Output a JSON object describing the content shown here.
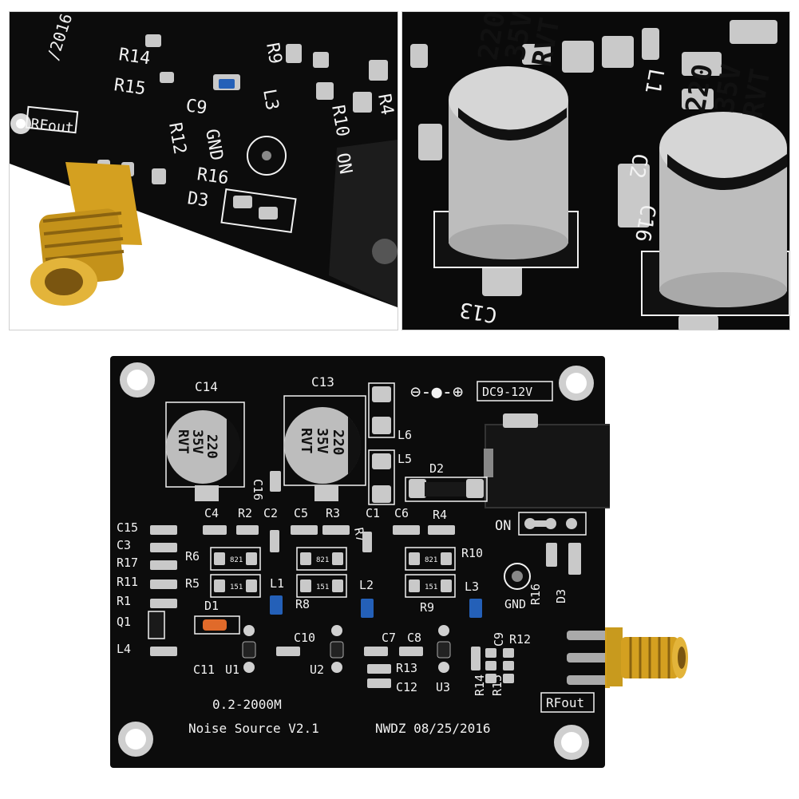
{
  "colors": {
    "pcb": "#0c0c0c",
    "silk": "#f2f2f2",
    "pad": "#c9c9c9",
    "gold": "#d4a020",
    "cap": "#cfcfcf",
    "blue": "#2460b8"
  },
  "zoom_left": {
    "labels": {
      "date": "/2016",
      "r14": "R14",
      "r15": "R15",
      "c9": "C9",
      "r12": "R12",
      "l3": "L3",
      "r9": "R9",
      "r10": "R10",
      "r4": "R4",
      "gnd": "GND",
      "r16": "R16",
      "d3": "D3",
      "on": "ON",
      "rfout": "RFout"
    }
  },
  "zoom_right": {
    "cap_a": {
      "value": "220",
      "voltage": "35V",
      "brand": "RVT"
    },
    "cap_b": {
      "value": "220",
      "voltage": "35V",
      "brand": "RVT"
    },
    "labels": {
      "c13": "C13",
      "c2": "C2",
      "c16": "C16",
      "l1": "L1"
    }
  },
  "board": {
    "power_symbol": "⊖-●-⊕",
    "power_label": "DC9-12V",
    "cap_c14": {
      "ref": "C14",
      "value": "220",
      "voltage": "35V",
      "brand": "RVT"
    },
    "cap_c13": {
      "ref": "C13",
      "value": "220",
      "voltage": "35V",
      "brand": "RVT"
    },
    "labels": {
      "c16": "C16",
      "l6": "L6",
      "l5": "L5",
      "d2": "D2",
      "on": "ON",
      "c4": "C4",
      "r2": "R2",
      "c2": "C2",
      "c5": "C5",
      "r3": "R3",
      "c1": "C1",
      "c6": "C6",
      "r4": "R4",
      "r7": "R7",
      "c15": "C15",
      "c3": "C3",
      "r17": "R17",
      "r11": "R11",
      "r1": "R1",
      "q1": "Q1",
      "l4": "L4",
      "r6": "R6",
      "r5": "R5",
      "d1": "D1",
      "l1": "L1",
      "r8": "R8",
      "l2": "L2",
      "r10": "R10",
      "r9": "R9",
      "l3": "L3",
      "gnd": "GND",
      "r16": "R16",
      "d3": "D3",
      "c10": "C10",
      "c7": "C7",
      "c8": "C8",
      "c9": "C9",
      "r12": "R12",
      "r13": "R13",
      "c12": "C12",
      "r14": "R14",
      "r15": "R15",
      "c11": "C11",
      "u1": "U1",
      "u2": "U2",
      "u3": "U3",
      "rfout": "RFout"
    },
    "footer": {
      "freq": "0.2-2000M",
      "model": "Noise Source V2.1",
      "maker": "NWDZ 08/25/2016"
    },
    "chip_codes": {
      "r6": "821",
      "r5": "151",
      "r8a": "821",
      "r8b": "151",
      "r10": "821",
      "r9": "151"
    }
  }
}
